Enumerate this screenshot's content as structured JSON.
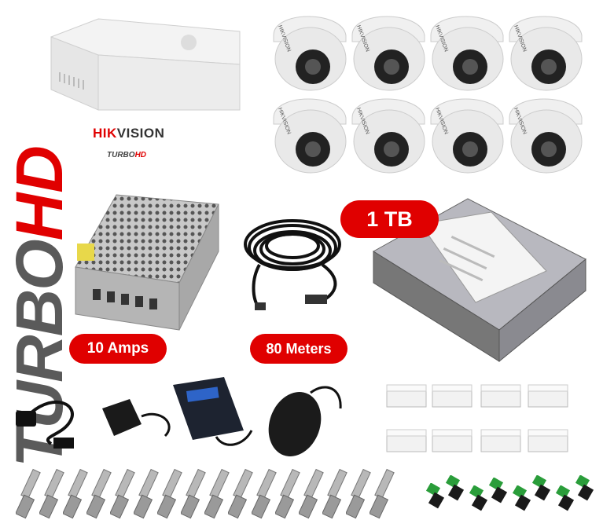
{
  "logo": {
    "turbo": "TURBO",
    "hd": "HD"
  },
  "brand": {
    "name_red": "HIK",
    "name_dark": "VISION",
    "sub_turbo": "TURBO",
    "sub_hd": "HD"
  },
  "labels": {
    "capacity": "1 TB",
    "amps": "10 Amps",
    "cable_length": "80 Meters"
  },
  "camera_brand": "HIKVISION",
  "colors": {
    "accent": "#e00000",
    "logo_gray": "#5a5a5a"
  }
}
